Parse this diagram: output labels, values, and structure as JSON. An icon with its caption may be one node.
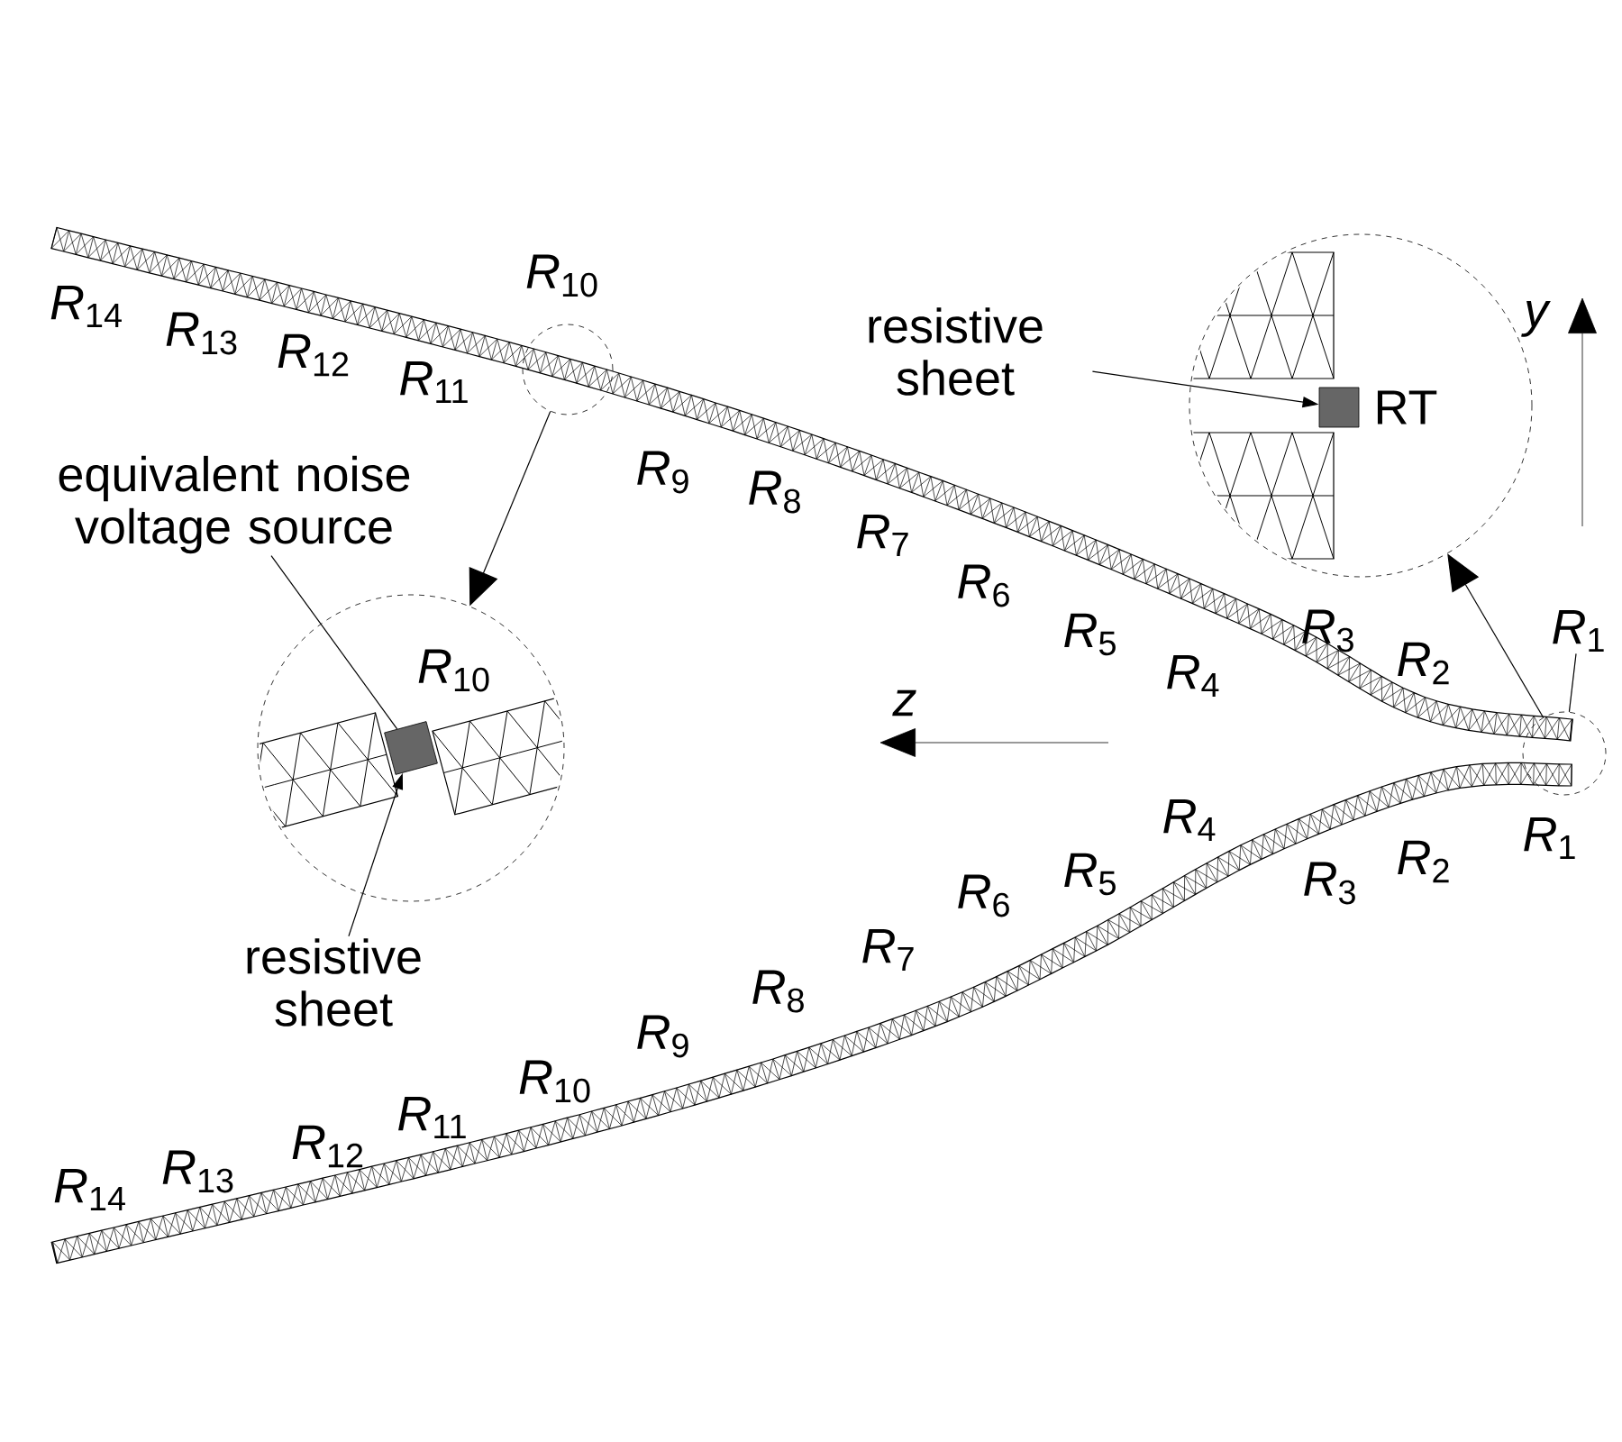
{
  "diagram": {
    "nodes": [
      {
        "text": [],
        "shape": "circle"
      },
      {
        "text": [
          "*R*$_{10}$"
        ]
      },
      {
        "text": [],
        "shape": "circle"
      },
      {
        "text": [
          "RT"
        ]
      },
      {
        "text": [
          "equivalent noise voltage source"
        ]
      },
      {
        "text": [
          "resistive sheet"
        ]
      },
      {
        "text": [
          "resistive sheet"
        ]
      },
      {
        "text": [],
        "shape": "box",
        "in": 1
      },
      {
        "text": [],
        "shape": "box",
        "in": 3
      },
      {
        "text": [
          "*R*$_{1}$"
        ]
      }
    ],
    "edges": [
      {
        "from": 0,
        "to": 1,
        "arrow": "to"
      },
      {
        "from": 2,
        "to": 3,
        "arrow": "to"
      },
      {
        "from": 4,
        "to": 7,
        "arrow": "none"
      },
      {
        "from": 5,
        "to": 7,
        "arrow": "to"
      },
      {
        "from": 6,
        "to": 8,
        "arrow": "to"
      },
      {
        "from": 9,
        "to": 2,
        "arrow": "none"
      }
    ],
    "labels": [
      "*R*$_{14}$",
      "*R*$_{13}$",
      "*R*$_{12}$",
      "*R*$_{11}$",
      "*R*$_{10}$",
      "*R*$_{9}$",
      "*R*$_{8}$",
      "*R*$_{7}$",
      "*R*$_{6}$",
      "*R*$_{5}$",
      "*R*$_{4}$",
      "*R*$_{3}$",
      "*R*$_{2}$",
      "*R*$_{1}$",
      "*R*$_{2}$",
      "*R*$_{3}$",
      "*R*$_{4}$",
      "*R*$_{5}$",
      "*R*$_{6}$",
      "*R*$_{7}$",
      "*R*$_{8}$",
      "*R*$_{9}$",
      "*R*$_{10}$",
      "*R*$_{11}$",
      "*R*$_{12}$",
      "*R*$_{13}$",
      "*R*$_{14}$",
      "*y*",
      "*z*"
    ]
  }
}
